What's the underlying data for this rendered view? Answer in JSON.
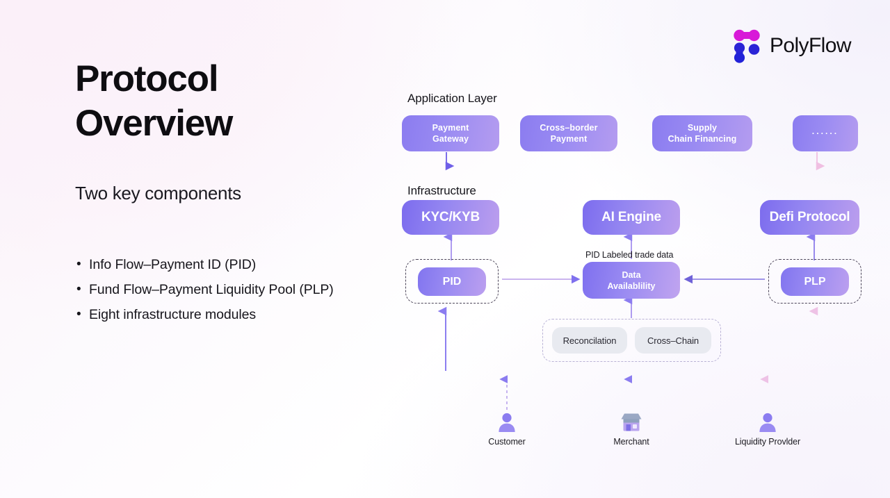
{
  "brand": {
    "name": "PolyFlow",
    "mark_colors": {
      "top": "#d81ad8",
      "bottom": "#2222d8"
    },
    "accent_purple": "#8b7cf0",
    "accent_pink": "#f0c4e8"
  },
  "left": {
    "title": "Protocol Overview",
    "title_line1": "Protocol",
    "title_line2": "Overview",
    "subtitle": "Two key components",
    "bullet_marker": "•",
    "bullets": [
      "Info Flow–Payment ID (PID)",
      "Fund Flow–Payment Liquidity Pool (PLP)",
      "Eight infrastructure modules"
    ]
  },
  "diagram": {
    "section_labels": {
      "application": "Application Layer",
      "infrastructure": "Infrastructure"
    },
    "application_nodes": [
      {
        "id": "payment-gateway",
        "line1": "Payment",
        "line2": "Gateway"
      },
      {
        "id": "cross-border-payment",
        "line1": "Cross–border",
        "line2": "Payment"
      },
      {
        "id": "supply-chain-financing",
        "line1": "Supply",
        "line2": "Chain Financing"
      },
      {
        "id": "more",
        "line1": "······",
        "line2": ""
      }
    ],
    "infrastructure_nodes": [
      {
        "id": "kyc-kyb",
        "label": "KYC/KYB"
      },
      {
        "id": "ai-engine",
        "label": "AI Engine"
      },
      {
        "id": "defi-protocol",
        "label": "Defi Protocol"
      }
    ],
    "core_nodes": [
      {
        "id": "pid",
        "label": "PID"
      },
      {
        "id": "plp",
        "label": "PLP"
      }
    ],
    "data_availability": {
      "line1": "Data",
      "line2": "Availablility"
    },
    "module_chips": [
      {
        "id": "reconciliation",
        "label": "Reconcilation"
      },
      {
        "id": "cross-chain",
        "label": "Cross–Chain"
      }
    ],
    "edge_labels": [
      {
        "id": "pid-labeled-trade-data",
        "text": "PID Labeled trade data"
      }
    ],
    "actors": [
      {
        "id": "customer",
        "label": "Customer",
        "icon": "person-icon"
      },
      {
        "id": "merchant",
        "label": "Merchant",
        "icon": "store-icon"
      },
      {
        "id": "liquidity-provider",
        "label": "Liquidity Provlder",
        "icon": "person-icon"
      }
    ]
  }
}
